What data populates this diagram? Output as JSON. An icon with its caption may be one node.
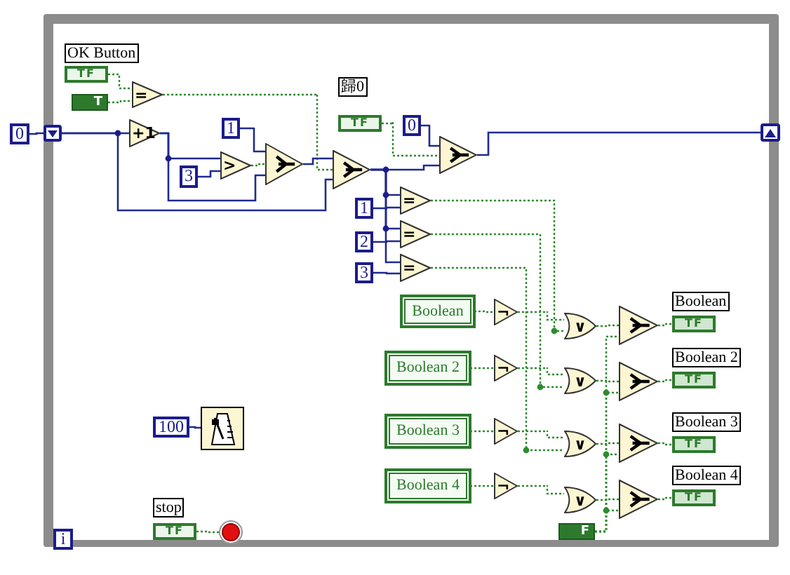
{
  "diagram": {
    "nodes": [
      {
        "text": [],
        "shape": "box"
      },
      {
        "text": [
          "0"
        ]
      },
      {
        "text": [],
        "shape": "box",
        "in": 0
      },
      {
        "text": [
          "OK Button",
          "TF"
        ],
        "in": 0
      },
      {
        "text": [
          "T"
        ],
        "in": 0
      },
      {
        "text": [
          "="
        ],
        "in": 0
      },
      {
        "text": [
          "+1"
        ],
        "in": 0
      },
      {
        "text": [
          "1"
        ],
        "in": 0
      },
      {
        "text": [
          "3"
        ],
        "in": 0
      },
      {
        "text": [
          ">"
        ],
        "in": 0
      },
      {
        "text": [],
        "shape": "triangle",
        "in": 0
      },
      {
        "text": [],
        "shape": "triangle",
        "in": 0
      },
      {
        "text": [
          "歸0",
          "TF"
        ],
        "in": 0
      },
      {
        "text": [
          "0"
        ],
        "in": 0
      },
      {
        "text": [],
        "shape": "triangle",
        "in": 0
      },
      {
        "text": [],
        "shape": "box",
        "in": 0
      },
      {
        "text": [
          "1"
        ],
        "in": 0
      },
      {
        "text": [
          "2"
        ],
        "in": 0
      },
      {
        "text": [
          "3"
        ],
        "in": 0
      },
      {
        "text": [
          "="
        ],
        "in": 0
      },
      {
        "text": [
          "="
        ],
        "in": 0
      },
      {
        "text": [
          "="
        ],
        "in": 0
      },
      {
        "text": [
          "Boolean"
        ],
        "in": 0
      },
      {
        "text": [
          "Boolean 2"
        ],
        "in": 0
      },
      {
        "text": [
          "Boolean 3"
        ],
        "in": 0
      },
      {
        "text": [
          "Boolean 4"
        ],
        "in": 0
      },
      {
        "text": [
          "¬"
        ],
        "in": 0
      },
      {
        "text": [
          "¬"
        ],
        "in": 0
      },
      {
        "text": [
          "¬"
        ],
        "in": 0
      },
      {
        "text": [
          "¬"
        ],
        "in": 0
      },
      {
        "text": [
          "∨"
        ],
        "in": 0
      },
      {
        "text": [
          "∨"
        ],
        "in": 0
      },
      {
        "text": [
          "∨"
        ],
        "in": 0
      },
      {
        "text": [
          "∨"
        ],
        "in": 0
      },
      {
        "text": [],
        "shape": "triangle",
        "in": 0
      },
      {
        "text": [],
        "shape": "triangle",
        "in": 0
      },
      {
        "text": [],
        "shape": "triangle",
        "in": 0
      },
      {
        "text": [],
        "shape": "triangle",
        "in": 0
      },
      {
        "text": [
          "Boolean",
          "TF"
        ],
        "in": 0
      },
      {
        "text": [
          "Boolean 2",
          "TF"
        ],
        "in": 0
      },
      {
        "text": [
          "Boolean 3",
          "TF"
        ],
        "in": 0
      },
      {
        "text": [
          "Boolean 4",
          "TF"
        ],
        "in": 0
      },
      {
        "text": [
          "F"
        ],
        "in": 0
      },
      {
        "text": [
          "100"
        ],
        "in": 0
      },
      {
        "text": [],
        "shape": "picture",
        "in": 0
      },
      {
        "text": [
          "stop",
          "TF"
        ],
        "in": 0
      },
      {
        "text": [],
        "shape": "circle",
        "in": 0
      },
      {
        "text": [
          "i"
        ],
        "in": 0
      }
    ],
    "edges": [
      {
        "from": 1,
        "to": 2,
        "arrow": "none",
        "color": "#1f2a8f"
      },
      {
        "from": 2,
        "to": 6,
        "arrow": "none",
        "color": "#1f2a8f"
      },
      {
        "from": 2,
        "to": 11,
        "arrow": "none",
        "color": "#1f2a8f"
      },
      {
        "from": 6,
        "to": 9,
        "arrow": "none",
        "color": "#1f2a8f"
      },
      {
        "from": 6,
        "to": 10,
        "arrow": "none",
        "color": "#1f2a8f"
      },
      {
        "from": 7,
        "to": 10,
        "arrow": "none",
        "color": "#1f2a8f"
      },
      {
        "from": 8,
        "to": 9,
        "arrow": "none",
        "color": "#1f2a8f"
      },
      {
        "from": 9,
        "to": 10,
        "arrow": "none",
        "style": "dashed"
      },
      {
        "from": 3,
        "to": 5,
        "arrow": "none",
        "style": "dashed"
      },
      {
        "from": 4,
        "to": 5,
        "arrow": "none",
        "style": "dashed"
      },
      {
        "from": 5,
        "to": 11,
        "arrow": "none",
        "style": "dashed"
      },
      {
        "from": 10,
        "to": 11,
        "arrow": "none",
        "color": "#1f2a8f"
      },
      {
        "from": 11,
        "to": 14,
        "arrow": "none",
        "color": "#1f2a8f"
      },
      {
        "from": 12,
        "to": 14,
        "arrow": "none",
        "style": "dashed"
      },
      {
        "from": 13,
        "to": 14,
        "arrow": "none",
        "color": "#1f2a8f"
      },
      {
        "from": 14,
        "to": 15,
        "arrow": "none",
        "color": "#1f2a8f"
      },
      {
        "from": 11,
        "to": 19,
        "arrow": "none",
        "color": "#1f2a8f"
      },
      {
        "from": 11,
        "to": 20,
        "arrow": "none",
        "color": "#1f2a8f"
      },
      {
        "from": 11,
        "to": 21,
        "arrow": "none",
        "color": "#1f2a8f"
      },
      {
        "from": 16,
        "to": 19,
        "arrow": "none",
        "color": "#1f2a8f"
      },
      {
        "from": 17,
        "to": 20,
        "arrow": "none",
        "color": "#1f2a8f"
      },
      {
        "from": 18,
        "to": 21,
        "arrow": "none",
        "color": "#1f2a8f"
      },
      {
        "from": 22,
        "to": 26,
        "arrow": "none",
        "style": "dashed"
      },
      {
        "from": 23,
        "to": 27,
        "arrow": "none",
        "style": "dashed"
      },
      {
        "from": 24,
        "to": 28,
        "arrow": "none",
        "style": "dashed"
      },
      {
        "from": 25,
        "to": 29,
        "arrow": "none",
        "style": "dashed"
      },
      {
        "from": 19,
        "to": 30,
        "arrow": "none",
        "style": "dashed"
      },
      {
        "from": 20,
        "to": 31,
        "arrow": "none",
        "style": "dashed"
      },
      {
        "from": 21,
        "to": 32,
        "arrow": "none",
        "style": "dashed"
      },
      {
        "from": 26,
        "to": 30,
        "arrow": "none",
        "style": "dashed"
      },
      {
        "from": 27,
        "to": 31,
        "arrow": "none",
        "style": "dashed"
      },
      {
        "from": 28,
        "to": 32,
        "arrow": "none",
        "style": "dashed"
      },
      {
        "from": 29,
        "to": 33,
        "arrow": "none",
        "style": "dashed"
      },
      {
        "from": 30,
        "to": 34,
        "arrow": "none",
        "style": "dashed"
      },
      {
        "from": 31,
        "to": 35,
        "arrow": "none",
        "style": "dashed"
      },
      {
        "from": 32,
        "to": 36,
        "arrow": "none",
        "style": "dashed"
      },
      {
        "from": 33,
        "to": 37,
        "arrow": "none",
        "style": "dashed"
      },
      {
        "from": 42,
        "to": 34,
        "arrow": "none",
        "style": "dashed"
      },
      {
        "from": 42,
        "to": 35,
        "arrow": "none",
        "style": "dashed"
      },
      {
        "from": 42,
        "to": 36,
        "arrow": "none",
        "style": "dashed"
      },
      {
        "from": 42,
        "to": 37,
        "arrow": "none",
        "style": "dashed"
      },
      {
        "from": 34,
        "to": 38,
        "arrow": "none",
        "style": "dashed"
      },
      {
        "from": 35,
        "to": 39,
        "arrow": "none",
        "style": "dashed"
      },
      {
        "from": 36,
        "to": 40,
        "arrow": "none",
        "style": "dashed"
      },
      {
        "from": 37,
        "to": 41,
        "arrow": "none",
        "style": "dashed"
      },
      {
        "from": 43,
        "to": 44,
        "arrow": "none",
        "color": "#1f2a8f"
      },
      {
        "from": 45,
        "to": 46,
        "arrow": "none",
        "style": "dashed"
      }
    ]
  }
}
